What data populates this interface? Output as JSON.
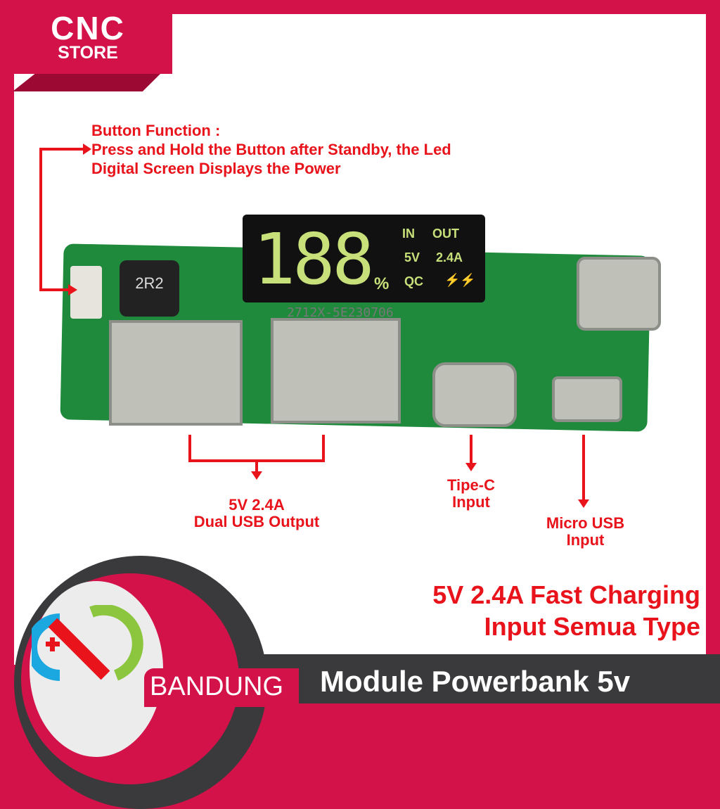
{
  "brand": {
    "line1": "CNC",
    "line2": "STORE",
    "city": "BANDUNG"
  },
  "button_function": {
    "title": "Button Function :",
    "line1": "Press and Hold the Button after Standby, the Led",
    "line2": "Digital Screen Displays the Power"
  },
  "display": {
    "digits": "188",
    "percent": "%",
    "in": "IN",
    "out": "OUT",
    "in_v": "5V",
    "out_a": "2.4A",
    "qc": "QC",
    "bolts": "⚡⚡",
    "chip_label": "2712X-5E230706"
  },
  "inductor": "2R2",
  "labels": {
    "usb_out_1": "5V 2.4A",
    "usb_out_2": "Dual USB Output",
    "typec_1": "Tipe-C",
    "typec_2": "Input",
    "micro_1": "Micro USB",
    "micro_2": "Input"
  },
  "headline": {
    "line1": "5V 2.4A Fast Charging",
    "line2": "Input Semua Type"
  },
  "title": "Module Powerbank 5v",
  "colors": {
    "brand": "#d4124a",
    "dark": "#3a3a3c",
    "annot": "#e8131b",
    "pcb": "#1f8a3b"
  }
}
